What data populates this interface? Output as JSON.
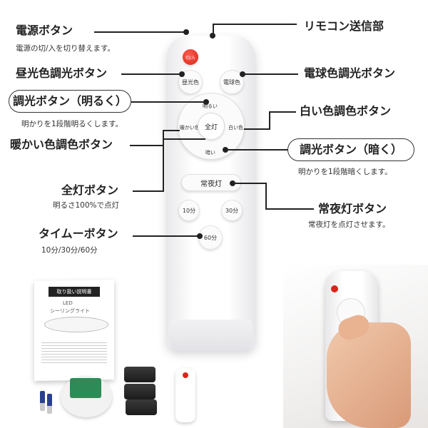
{
  "labels": {
    "power": {
      "title": "電源ボタン",
      "desc": "電源の切/入を切り替えます。"
    },
    "remote_signal": {
      "title": "リモコン送信部"
    },
    "daylight": {
      "title": "昼光色調光ボタン"
    },
    "bulb_color": {
      "title": "電球色調光ボタン"
    },
    "brighten": {
      "title": "調光ボタン（明るく）",
      "desc": "明かりを1段階明るくします。"
    },
    "white": {
      "title": "白い色調色ボタン"
    },
    "warm": {
      "title": "暖かい色調色ボタン"
    },
    "darken": {
      "title": "調光ボタン（暗く）",
      "desc": "明かりを1段階暗くします。"
    },
    "full": {
      "title": "全灯ボタン",
      "desc": "明るさ100%で点灯"
    },
    "night": {
      "title": "常夜灯ボタン",
      "desc": "常夜灯を点灯させます。"
    },
    "timer": {
      "title": "タイムーボタン",
      "desc": "10分/30分/60分"
    }
  },
  "remote": {
    "power": "切/入",
    "daylight": "昼光色",
    "bulb": "電球色",
    "bright": "明るい",
    "dark": "暗い",
    "warm": "暖かい色",
    "white": "白い色",
    "full": "全灯",
    "night": "常夜灯",
    "t10": "10分",
    "t30": "30分",
    "t60": "60分"
  },
  "manual": {
    "title": "取り扱い説明書",
    "sub1": "LED",
    "sub2": "シーリングライト"
  },
  "colors": {
    "power_button": "#d8261a",
    "text": "#222222"
  }
}
